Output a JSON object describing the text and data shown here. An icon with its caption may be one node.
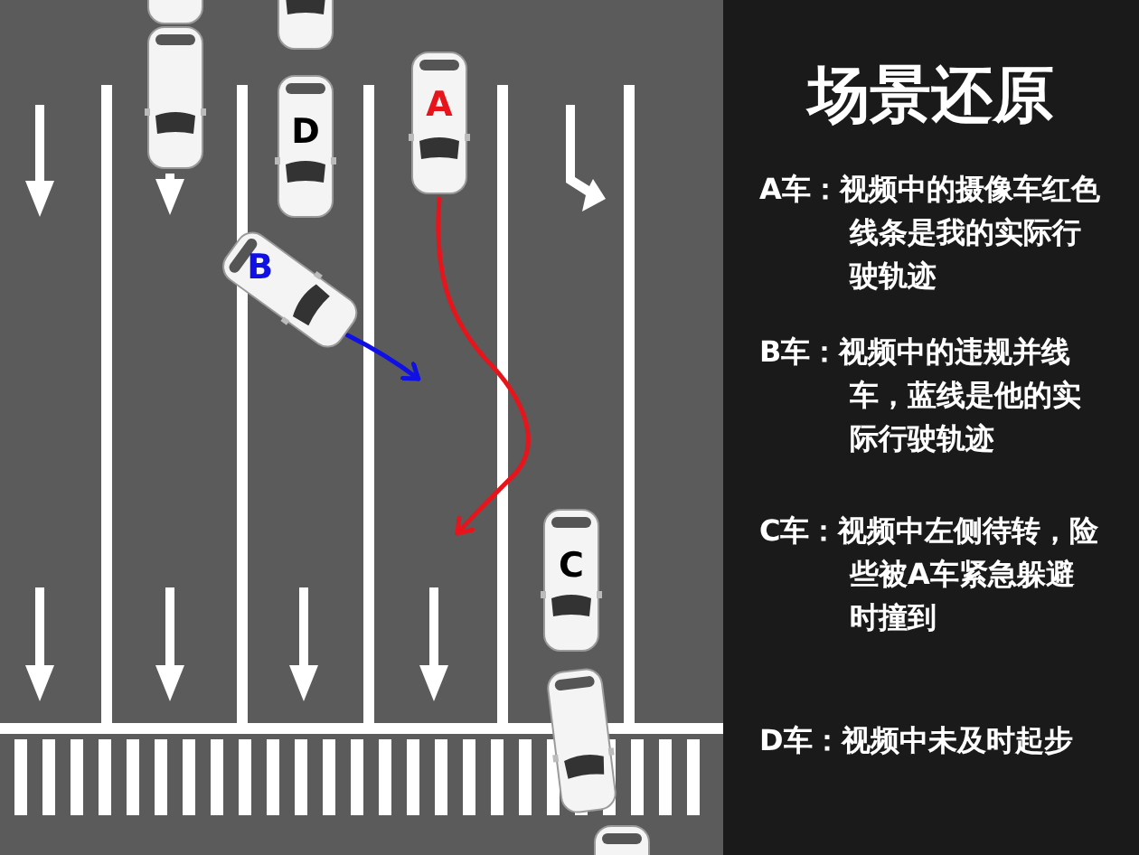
{
  "diagram": {
    "title": "场景还原",
    "nodes": [
      {
        "text": [],
        "shape": "car"
      },
      {
        "text": [],
        "shape": "car"
      },
      {
        "text": [],
        "shape": "car"
      },
      {
        "text": [
          "A"
        ]
      },
      {
        "text": [
          "D"
        ]
      },
      {
        "text": [
          "B"
        ]
      },
      {
        "text": [
          "C"
        ]
      },
      {
        "text": [],
        "shape": "car"
      },
      {
        "text": [],
        "shape": "car"
      }
    ],
    "edges": [
      {
        "from": 3,
        "to": null,
        "arrow": "to",
        "color": "#e8141b"
      },
      {
        "from": 5,
        "to": null,
        "arrow": "to",
        "color": "#1010e6"
      }
    ],
    "labels": [
      "A车：视频中的摄像车红色线条是我的实际行驶轨迹",
      "B车：视频中的违规并线车，蓝线是他的实际行驶轨迹",
      "C车：视频中左侧待转，险些被A车紧急躲避时撞到",
      "D车：视频中未及时起步"
    ]
  }
}
